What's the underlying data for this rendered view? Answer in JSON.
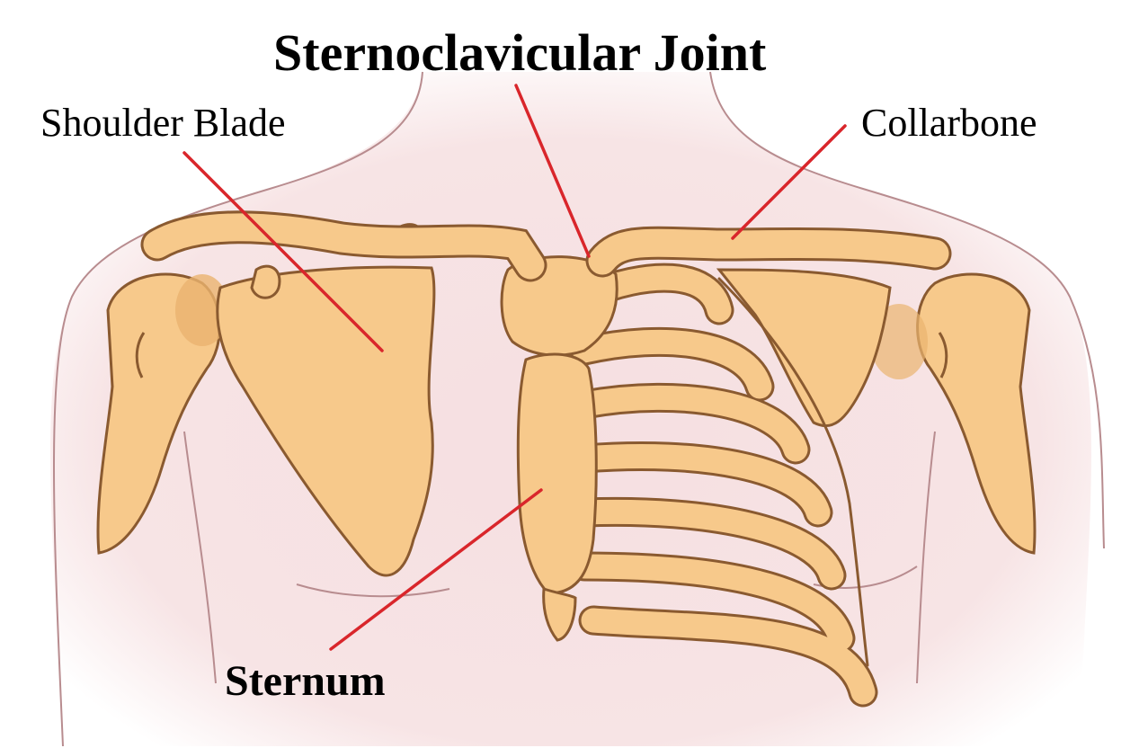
{
  "title": "Sternoclavicular Joint",
  "labels": {
    "shoulder_blade": "Shoulder Blade",
    "collarbone": "Collarbone",
    "sternum": "Sternum"
  },
  "colors": {
    "bone": "#f7c98b",
    "bone_shadow": "#eab36f",
    "bone_outline": "#8a5a30",
    "skin": "#f6e0e2",
    "body_outline": "#b88c8f",
    "leader_line": "#d9262b"
  }
}
